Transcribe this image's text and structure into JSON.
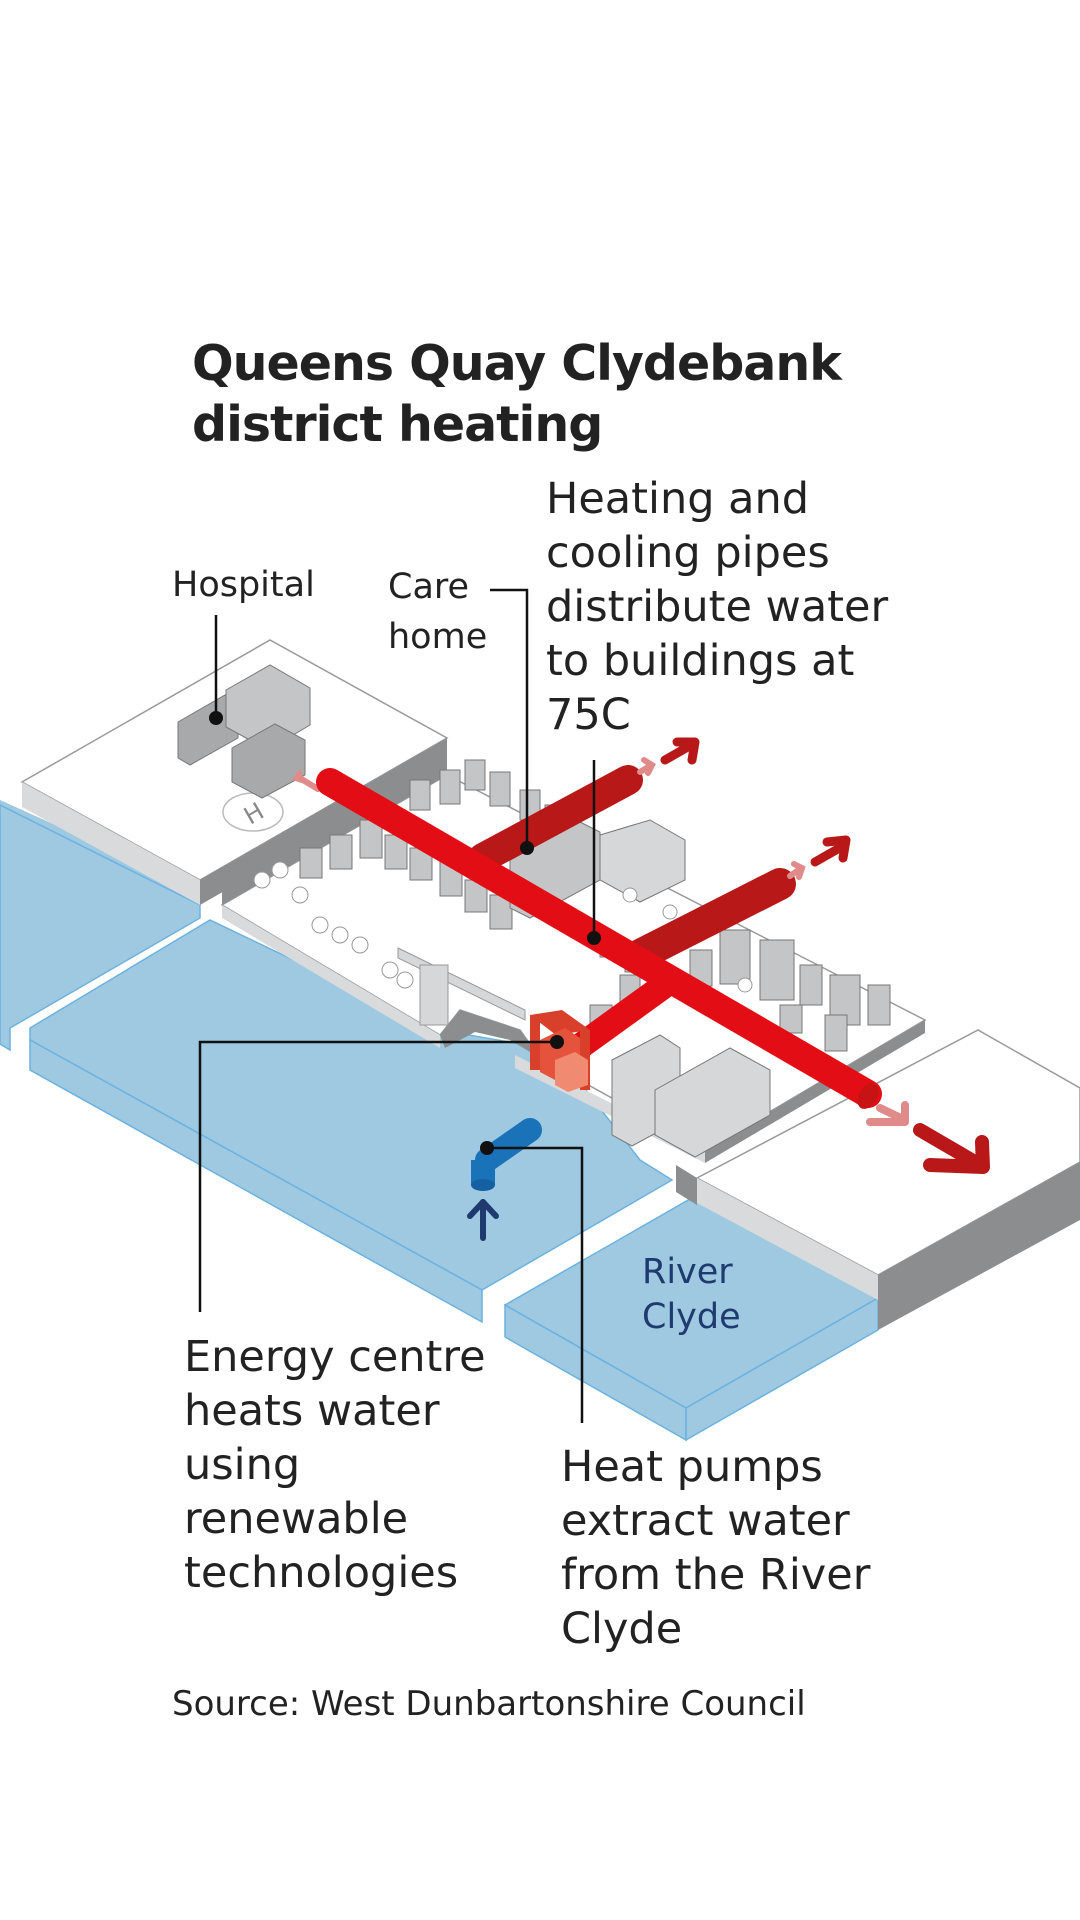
{
  "title": {
    "line1": "Queens Quay Clydebank",
    "line2": "district heating"
  },
  "labels": {
    "hospital": "Hospital",
    "care_home": [
      "Care",
      "home"
    ],
    "pipes": [
      "Heating and",
      "cooling pipes",
      "distribute water",
      "to buildings at",
      "75C"
    ],
    "energy_centre": [
      "Energy centre",
      "heats water",
      "using",
      "renewable",
      "technologies"
    ],
    "heat_pumps": [
      "Heat pumps",
      "extract water",
      "from the River",
      "Clyde"
    ],
    "river": [
      "River",
      "Clyde"
    ]
  },
  "source": "Source: West Dunbartonshire Council",
  "colors": {
    "pipe_red": "#e30e15",
    "pipe_dark_red": "#b81818",
    "arrow_light_red": "#e08a8a",
    "water_blue": "#9ec9e1",
    "water_edge": "#6cb2e0",
    "heat_pump_blue": "#1a72b8",
    "arrow_navy": "#1f3a6e",
    "energy_centre": "#e5533d",
    "ground_side_light": "#d9dadb",
    "ground_side_dark": "#8c8d8f",
    "building_gray": "#b5b6b8"
  }
}
